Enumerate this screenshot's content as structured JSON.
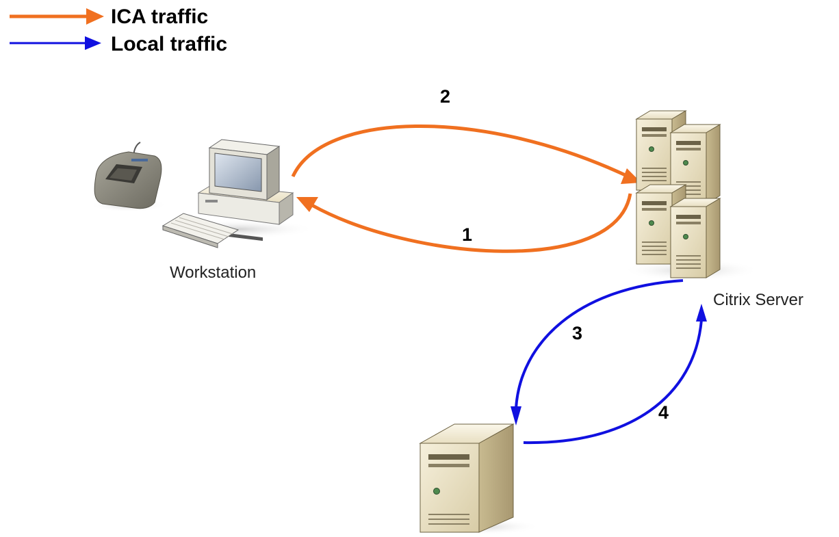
{
  "legend": [
    {
      "label": "ICA traffic",
      "color": "#F07020"
    },
    {
      "label": "Local traffic",
      "color": "#1010E0"
    }
  ],
  "nodes": {
    "workstation": {
      "label": "Workstation",
      "icon": "desktop-computer-icon"
    },
    "citrix_server": {
      "label": "Citrix Server",
      "icon": "server-cluster-icon"
    },
    "backend_server": {
      "label": "",
      "icon": "server-tower-icon"
    },
    "fingerprint_reader": {
      "label": "",
      "icon": "fingerprint-reader-icon"
    }
  },
  "flows": [
    {
      "step": "1",
      "type": "ICA traffic",
      "color": "#F07020"
    },
    {
      "step": "2",
      "type": "ICA traffic",
      "color": "#F07020"
    },
    {
      "step": "3",
      "type": "Local traffic",
      "color": "#1010E0"
    },
    {
      "step": "4",
      "type": "Local traffic",
      "color": "#1010E0"
    }
  ]
}
